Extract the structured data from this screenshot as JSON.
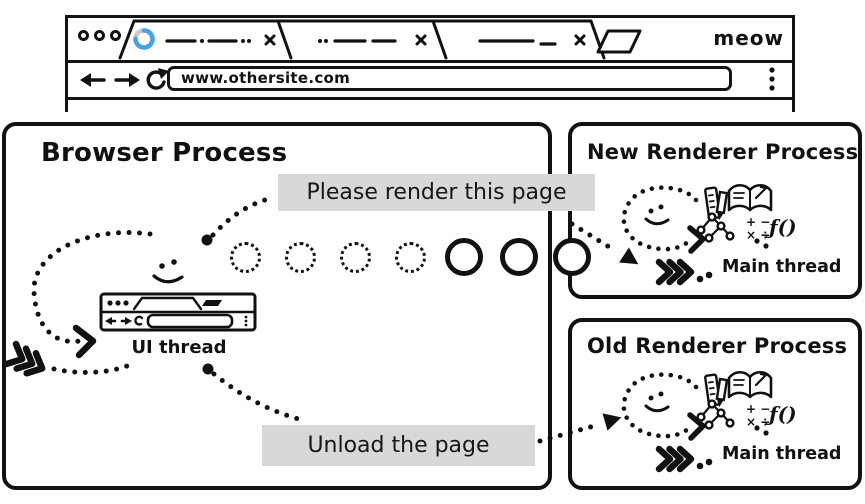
{
  "browser_window": {
    "url": "www.othersite.com",
    "brand_label": "meow",
    "tab_count": 3
  },
  "processes": {
    "browser": {
      "title": "Browser Process",
      "thread": "UI thread"
    },
    "new_renderer": {
      "title": "New Renderer Process",
      "thread": "Main thread"
    },
    "old_renderer": {
      "title": "Old Renderer Process",
      "thread": "Main thread"
    }
  },
  "messages": {
    "render_request": "Please render this page",
    "unload_request": "Unload the page"
  },
  "ipc_circles": {
    "dotted": 4,
    "solid": 3
  },
  "renderer_icons": {
    "math_row1": "+ −",
    "math_row2": "× ÷",
    "function": "ƒ()"
  },
  "colors": {
    "ink": "#111111",
    "bubble_gray": "#d8d8d8",
    "spinner_blue": "#47a3e8",
    "spinner_tail": "#c9c9c9"
  }
}
